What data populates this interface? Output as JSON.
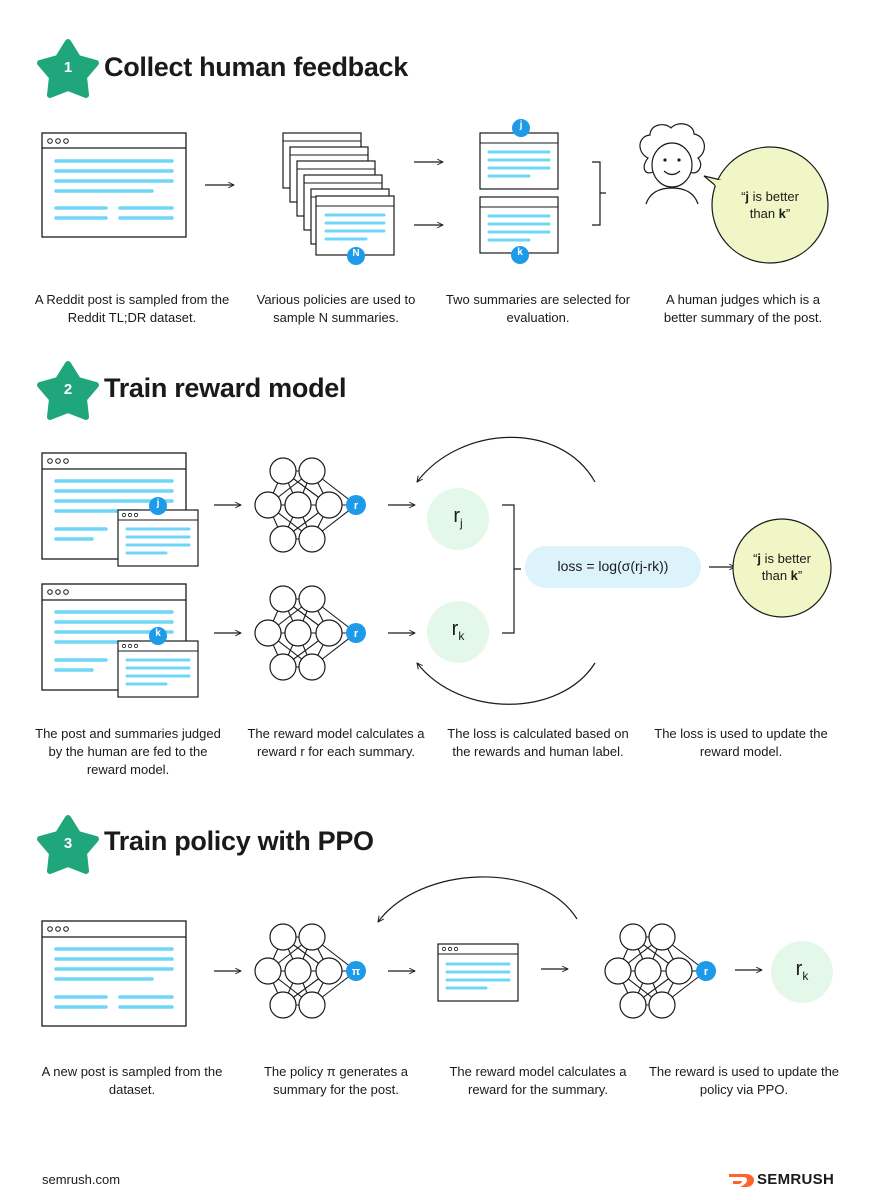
{
  "section1": {
    "number": "1",
    "title": "Collect human feedback",
    "captions": [
      "A Reddit post is sampled from the Reddit TL;DR dataset.",
      "Various policies are used to sample N summaries.",
      "Two summaries are selected for evaluation.",
      "A human judges which is a better summary of the post."
    ],
    "bubble_j": "j",
    "bubble_rest1": " is better",
    "bubble_than": "than ",
    "bubble_k": "k",
    "badge_N": "N",
    "badge_j": "j",
    "badge_k": "k"
  },
  "section2": {
    "number": "2",
    "title": "Train reward model",
    "captions": [
      "The post and summaries judged by the human are fed to the reward model.",
      "The reward model calculates a reward r for each summary.",
      "The loss is calculated based on the rewards and human label.",
      "The loss is used to update the reward model."
    ],
    "loss_formula": "loss = log(σ(rj-rk))",
    "rj": "rj",
    "rk": "rk",
    "node_r": "r",
    "badge_j": "j",
    "badge_k": "k",
    "bubble_j": "j",
    "bubble_rest1": " is better",
    "bubble_than": "than ",
    "bubble_k": "k"
  },
  "section3": {
    "number": "3",
    "title": "Train policy with PPO",
    "captions": [
      "A new post is sampled from the dataset.",
      "The policy π generates a summary for the post.",
      "The reward model calculates a reward for the summary.",
      "The reward is used to update the policy via PPO."
    ],
    "node_pi": "π",
    "node_r": "r",
    "rk": "rk"
  },
  "footer": {
    "site": "semrush.com",
    "brand": "SEMRUSH"
  },
  "colors": {
    "badge_green": "#1fa67a",
    "line_blue": "#6fd6f5",
    "node_blue": "#1e9be8",
    "reward_green": "#e4f8ea",
    "bubble_yellow": "#f1f6c7",
    "loss_blue": "#dcf3fc",
    "brand_orange": "#ff642d"
  }
}
